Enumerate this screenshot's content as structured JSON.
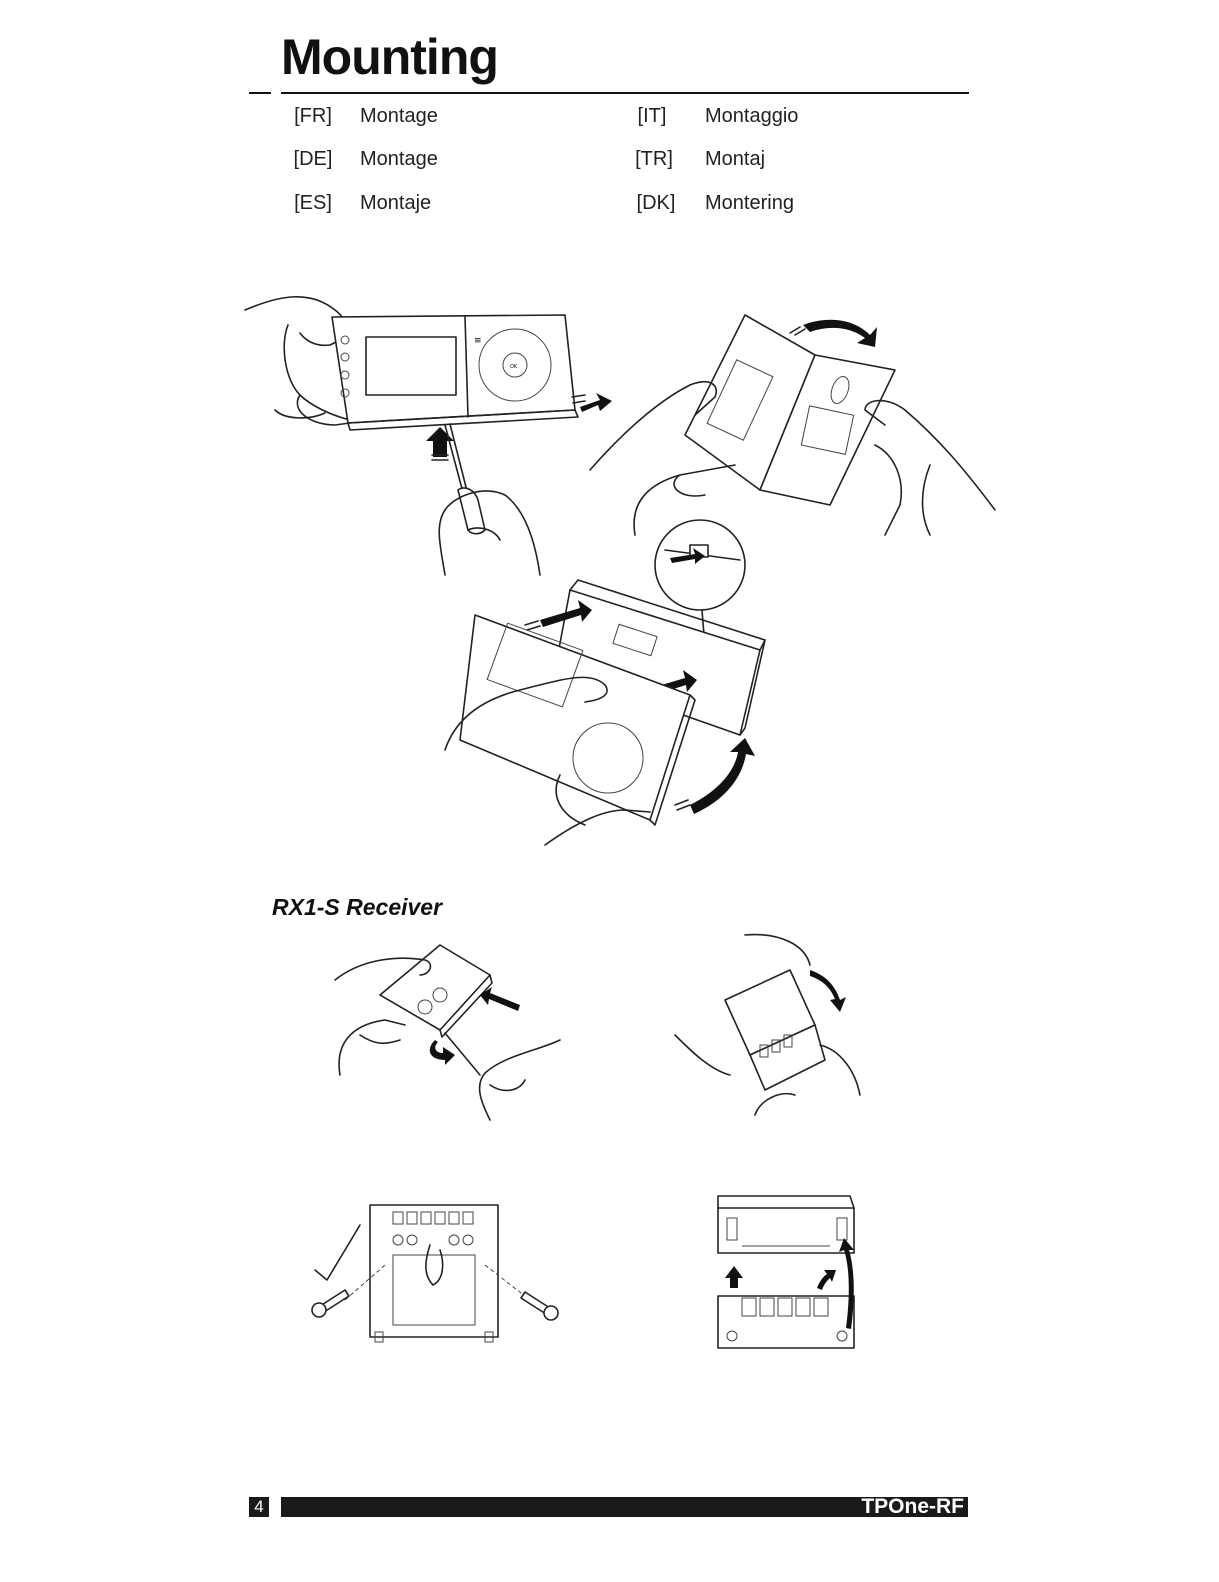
{
  "page": {
    "title": "Mounting",
    "languages": [
      {
        "code": "[FR]",
        "text": "Montage"
      },
      {
        "code": "[DE]",
        "text": "Montage"
      },
      {
        "code": "[ES]",
        "text": "Montaje"
      },
      {
        "code": "[IT]",
        "text": "Montaggio"
      },
      {
        "code": "[TR]",
        "text": "Montaj"
      },
      {
        "code": "[DK]",
        "text": "Montering"
      }
    ],
    "section_title": "RX1-S Receiver"
  },
  "footer": {
    "page_number": "4",
    "product": "TPOne-RF"
  }
}
